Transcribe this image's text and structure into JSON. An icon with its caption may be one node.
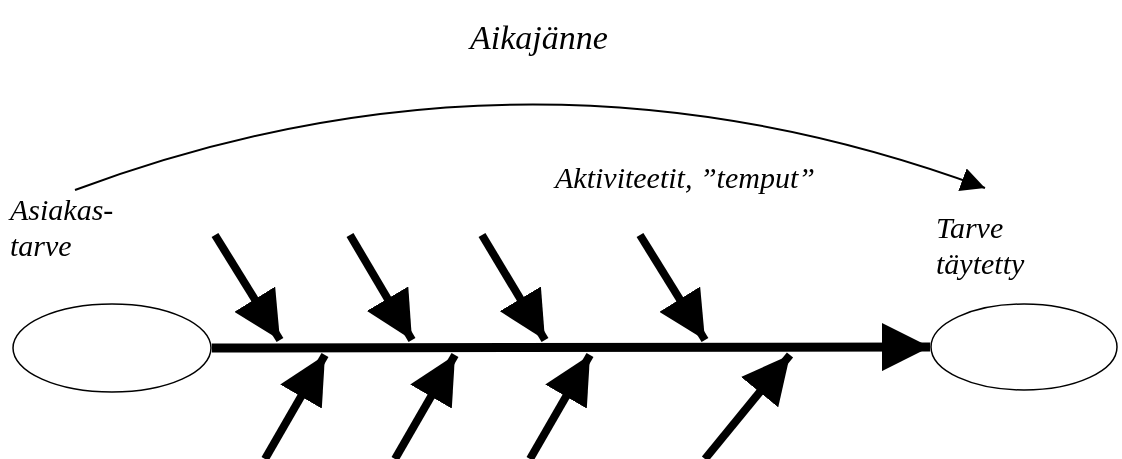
{
  "diagram": {
    "nodes": [
      {
        "text": [],
        "shape": "ellipse",
        "beside": [
          "Asiakas-tarve"
        ]
      },
      {
        "text": [],
        "shape": "ellipse",
        "beside": [
          "Tarve täytetty"
        ]
      }
    ],
    "edges": [
      {
        "from": 0,
        "to": 1,
        "arrow": "to",
        "label": "Aikajänne"
      },
      {
        "from": 0,
        "to": 1,
        "arrow": "to",
        "style": "thick"
      }
    ],
    "labels": [
      "Aktiviteetit, ”temput”"
    ]
  }
}
